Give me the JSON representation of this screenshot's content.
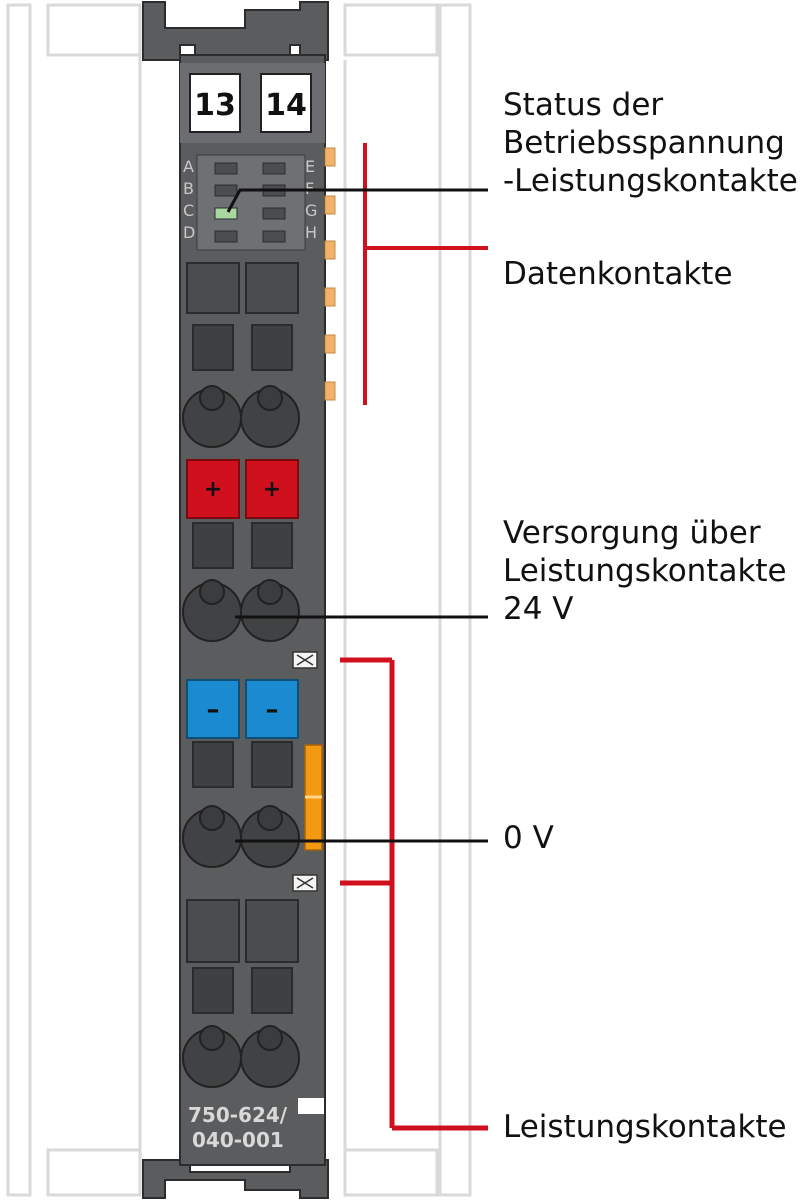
{
  "module": {
    "terminal_labels": [
      "13",
      "14"
    ],
    "led_letters_left": [
      "A",
      "B",
      "C",
      "D"
    ],
    "led_letters_right": [
      "E",
      "F",
      "G",
      "H"
    ],
    "plus_symbol": "+",
    "minus_symbol": "–",
    "article_number_line1": "750-624/",
    "article_number_line2": "040-001"
  },
  "callouts": {
    "status": [
      "Status der",
      "Betriebsspannung",
      "-Leistungskontakte"
    ],
    "data_contacts": "Datenkontakte",
    "supply": [
      "Versorgung über",
      "Leistungskontakte",
      "24 V"
    ],
    "zero_volt": "0 V",
    "power_contacts": "Leistungskontakte"
  },
  "colors": {
    "housing": "#5a5c5e",
    "plus_terminal": "#d0101c",
    "minus_terminal": "#1a8bd0",
    "bracket_red": "#d0101c",
    "contact_orange": "#f1b36a",
    "fuse_orange": "#f39a12",
    "led_green": "#a8d8a0"
  }
}
